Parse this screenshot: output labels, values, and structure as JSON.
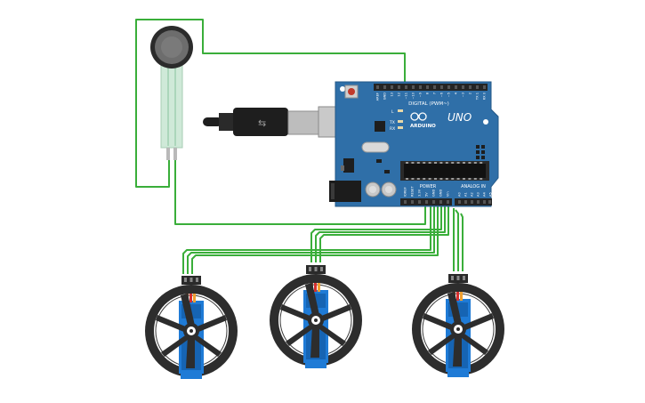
{
  "arduino": {
    "digital_header": "DIGITAL (PWM~)",
    "brand": "UNO",
    "logo_text": "ARDUINO",
    "led_labels": [
      "L",
      "TX",
      "RX"
    ],
    "power_header": "POWER",
    "analog_header": "ANALOG IN",
    "digital_pins": [
      "AREF",
      "GND",
      "13",
      "12",
      "~11",
      "~10",
      "~9",
      "8",
      "7",
      "~6",
      "~5",
      "4",
      "~3",
      "2",
      "TX 1",
      "RX 0"
    ],
    "power_pins": [
      "IOREF",
      "RESET",
      "3.3V",
      "5V",
      "GND",
      "GND",
      "Vin"
    ],
    "analog_pins": [
      "A0",
      "A1",
      "A2",
      "A3",
      "A4",
      "A5"
    ]
  },
  "colors": {
    "board": "#2f6fa8",
    "wire": "#3aae3a",
    "servo_body": "#1f7bd6",
    "wheel": "#2d2d2d"
  }
}
